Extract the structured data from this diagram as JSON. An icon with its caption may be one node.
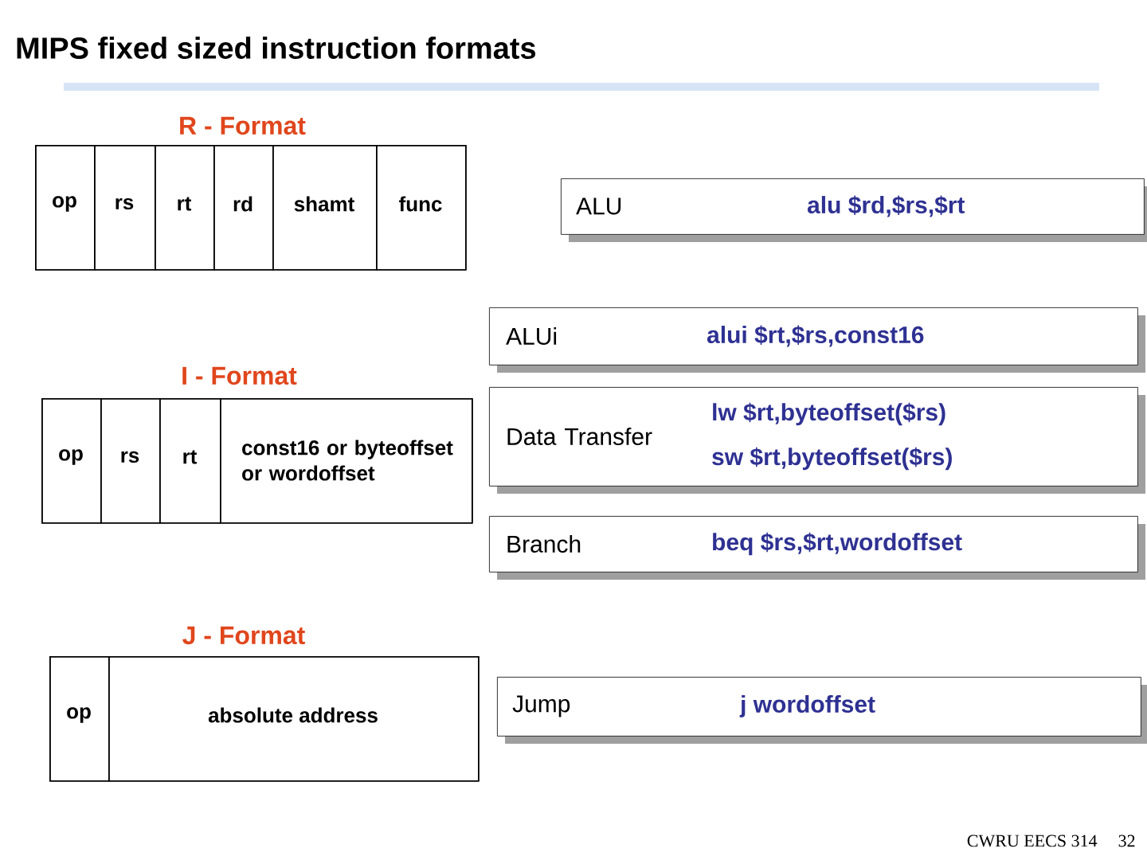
{
  "diagram": {
    "title": "MIPS fixed sized instruction formats",
    "nodes": [
      {
        "text": [
          "R - Format"
        ]
      },
      {
        "text": [
          "op"
        ],
        "in": 0
      },
      {
        "text": [
          "rs"
        ],
        "in": 0
      },
      {
        "text": [
          "rt"
        ],
        "in": 0
      },
      {
        "text": [
          "rd"
        ],
        "in": 0
      },
      {
        "text": [
          "shamt"
        ],
        "in": 0
      },
      {
        "text": [
          "func"
        ],
        "in": 0
      },
      {
        "text": [
          "ALU",
          "alu $rd,$rs,$rt"
        ]
      },
      {
        "text": [
          "ALUi",
          "alui $rt,$rs,const16"
        ]
      },
      {
        "text": [
          "I - Format"
        ]
      },
      {
        "text": [
          "op"
        ],
        "in": 9
      },
      {
        "text": [
          "rs"
        ],
        "in": 9
      },
      {
        "text": [
          "rt"
        ],
        "in": 9
      },
      {
        "text": [
          "const16 or byteoffset or wordoffset"
        ],
        "in": 9
      },
      {
        "text": [
          "Data Transfer",
          "lw $rt,byteoffset($rs)",
          "sw $rt,byteoffset($rs)"
        ]
      },
      {
        "text": [
          "Branch",
          "beq $rs,$rt,wordoffset"
        ]
      },
      {
        "text": [
          "J - Format"
        ]
      },
      {
        "text": [
          "op"
        ],
        "in": 16
      },
      {
        "text": [
          "absolute address"
        ],
        "in": 16
      },
      {
        "text": [
          "Jump",
          "j wordoffset"
        ]
      }
    ],
    "labels": [
      "CWRU EECS 314",
      "32"
    ]
  }
}
